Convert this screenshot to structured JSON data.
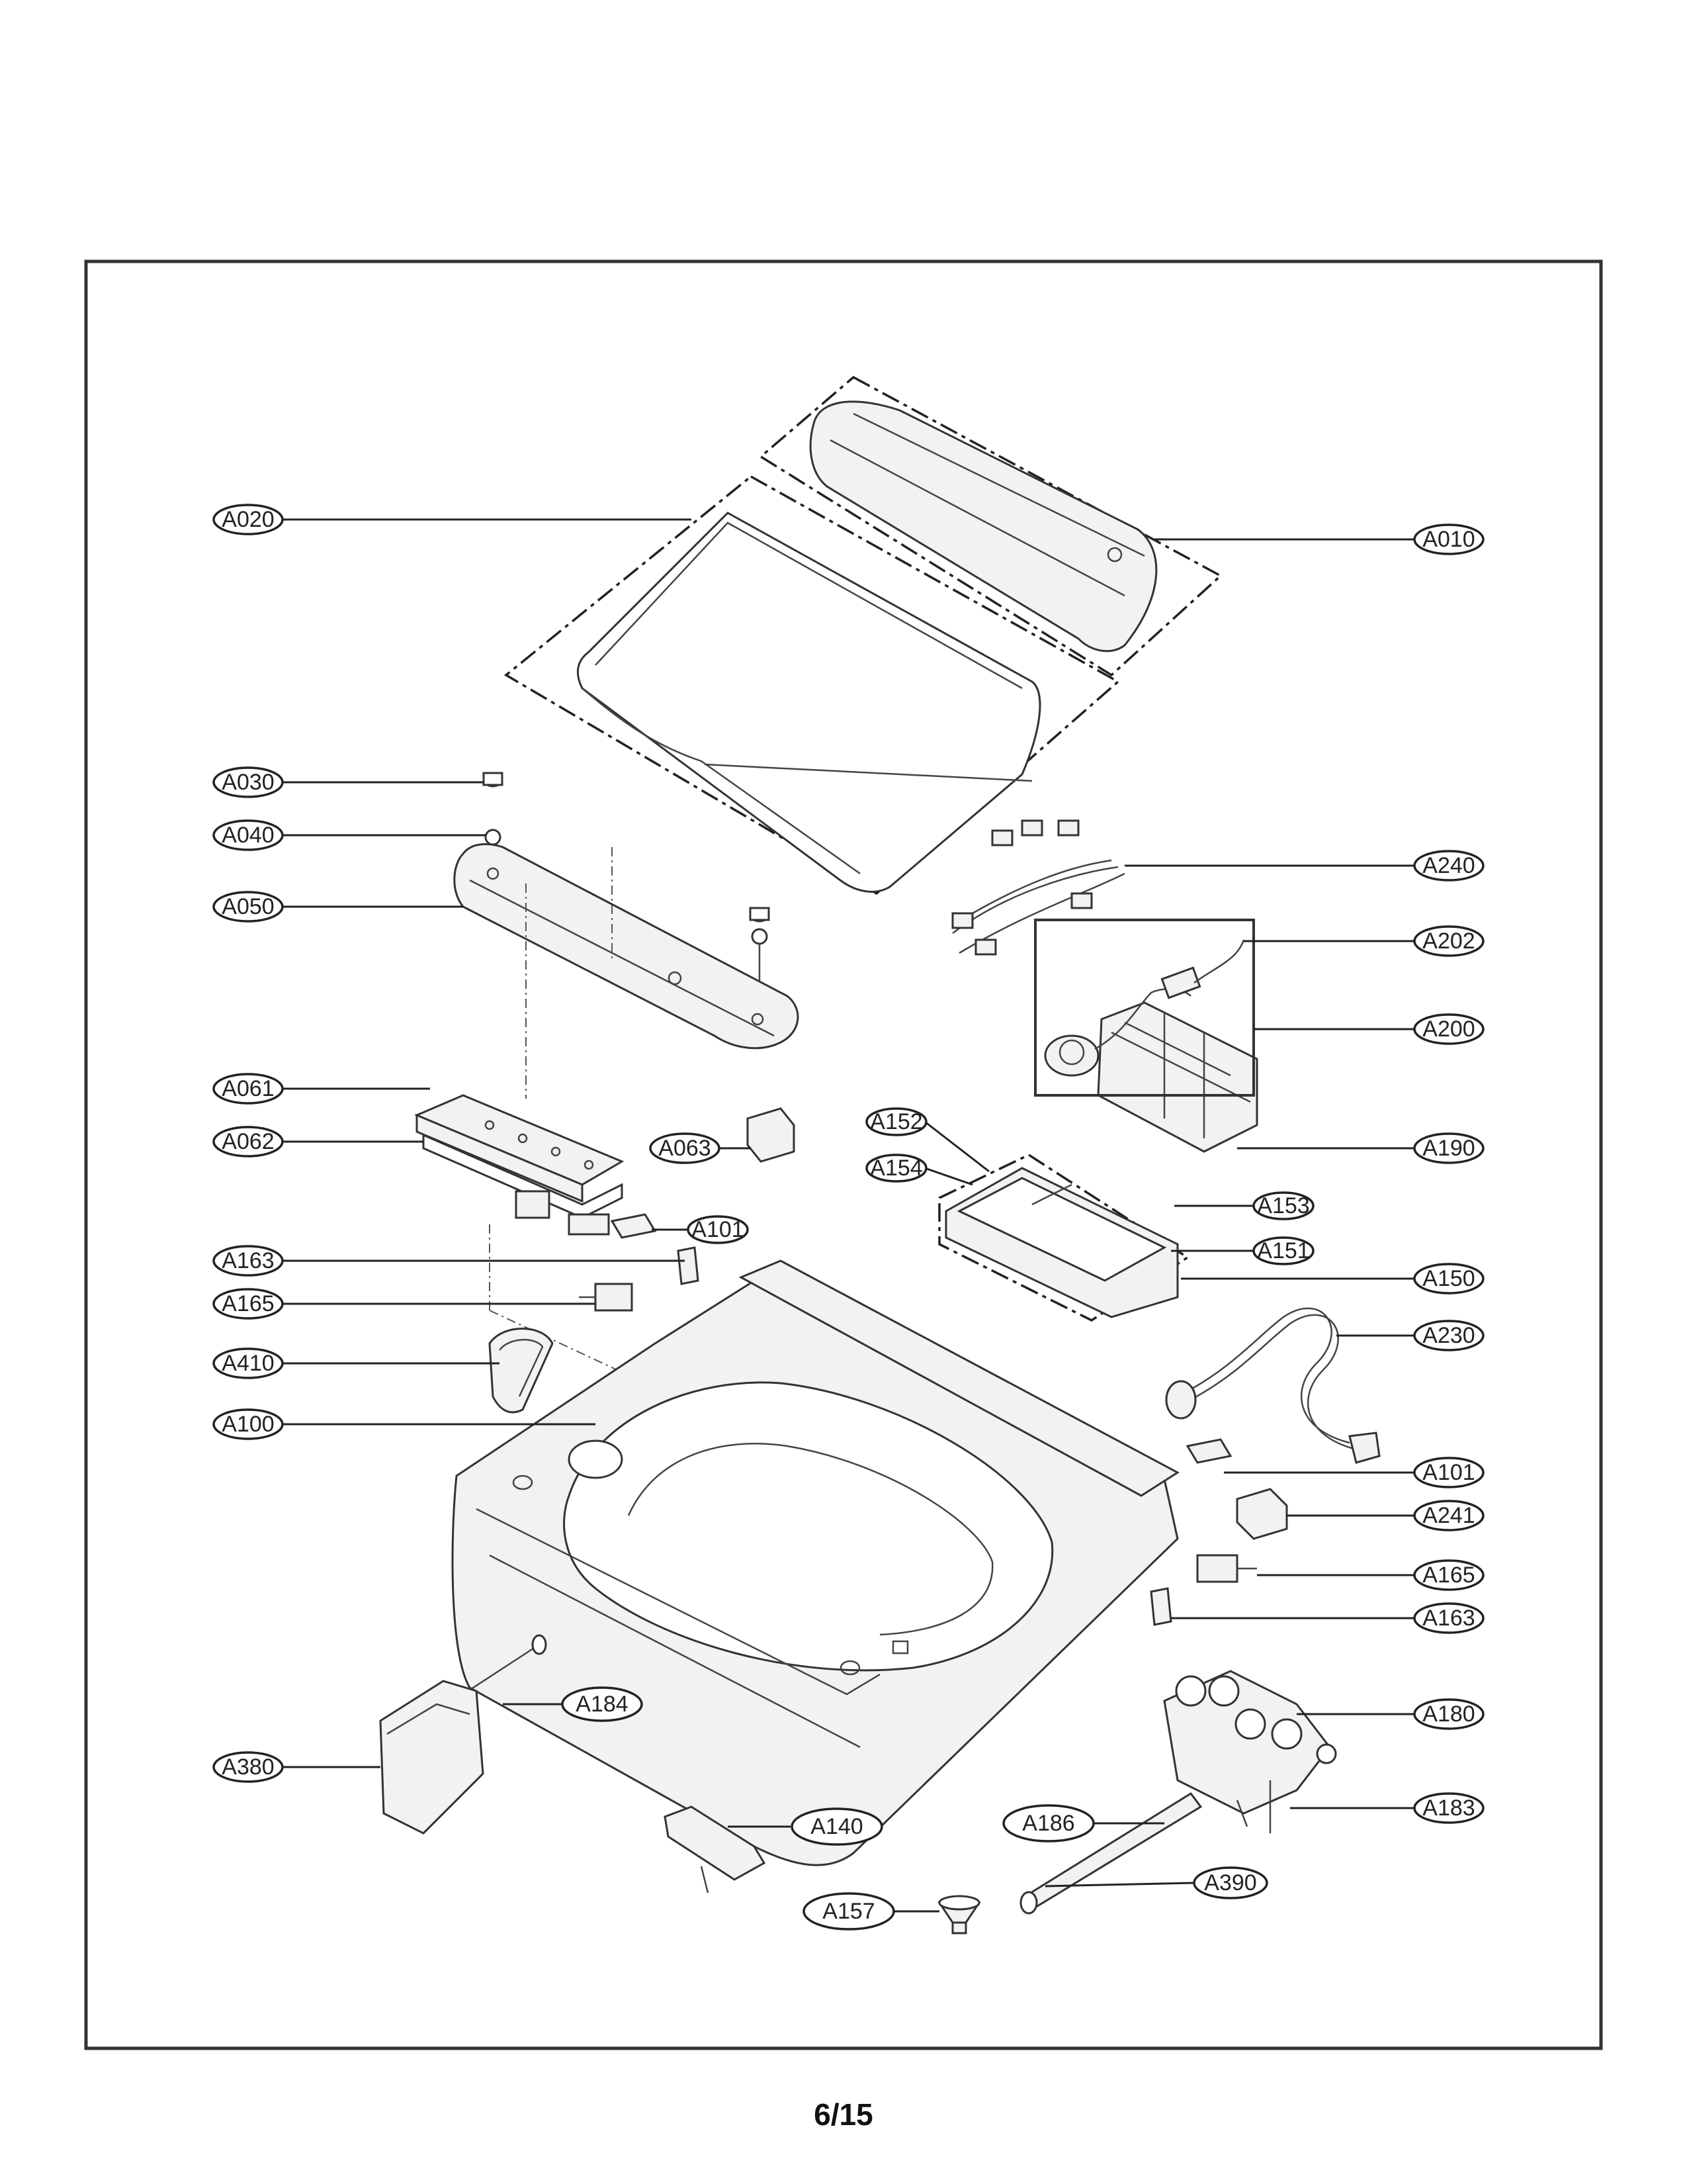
{
  "labels": {
    "A010": "A010",
    "A020": "A020",
    "A030": "A030",
    "A040": "A040",
    "A050": "A050",
    "A061": "A061",
    "A062": "A062",
    "A063": "A063",
    "A100": "A100",
    "A101_left": "A101",
    "A101_right": "A101",
    "A140": "A140",
    "A150": "A150",
    "A151": "A151",
    "A152": "A152",
    "A153": "A153",
    "A154": "A154",
    "A157": "A157",
    "A163_left": "A163",
    "A163_right": "A163",
    "A165_left": "A165",
    "A165_right": "A165",
    "A180": "A180",
    "A183": "A183",
    "A184": "A184",
    "A186": "A186",
    "A190": "A190",
    "A200": "A200",
    "A202": "A202",
    "A230": "A230",
    "A240": "A240",
    "A241": "A241",
    "A380": "A380",
    "A390": "A390",
    "A410": "A410"
  },
  "page_number": "6/15"
}
